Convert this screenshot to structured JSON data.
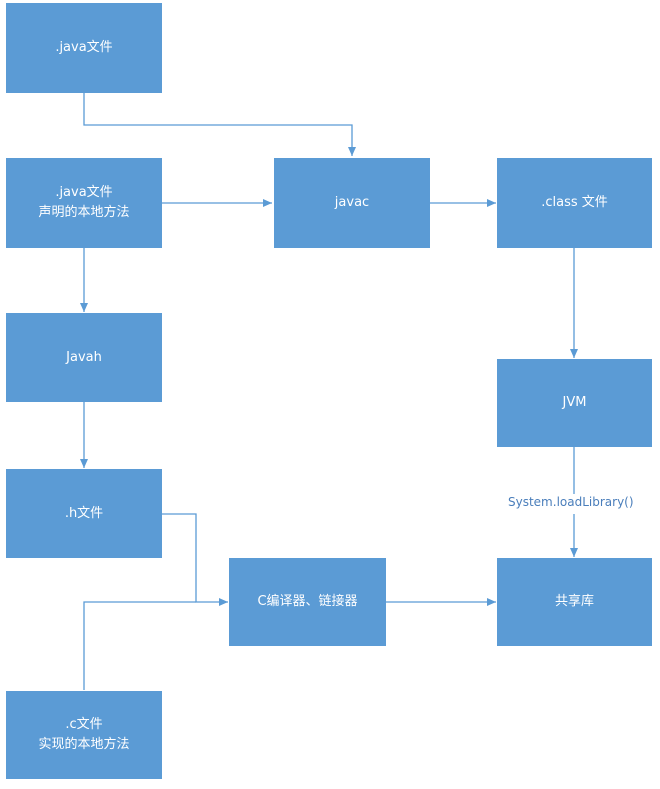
{
  "nodes": {
    "java_file": {
      "line1": ".java文件"
    },
    "java_native": {
      "line1": ".java文件",
      "line2": "声明的本地方法"
    },
    "javac": {
      "line1": "javac"
    },
    "class_file": {
      "line1": ".class 文件"
    },
    "javah": {
      "line1": "Javah"
    },
    "jvm": {
      "line1": "JVM"
    },
    "h_file": {
      "line1": ".h文件"
    },
    "c_compiler": {
      "line1": "C编译器、链接器"
    },
    "shared_lib": {
      "line1": "共享库"
    },
    "c_file": {
      "line1": ".c文件",
      "line2": "实现的本地方法"
    }
  },
  "edge_labels": {
    "load_library": "System.loadLibrary()"
  },
  "colors": {
    "node_fill": "#5b9bd5",
    "edge": "#5b9bd5",
    "node_text": "#ffffff"
  }
}
